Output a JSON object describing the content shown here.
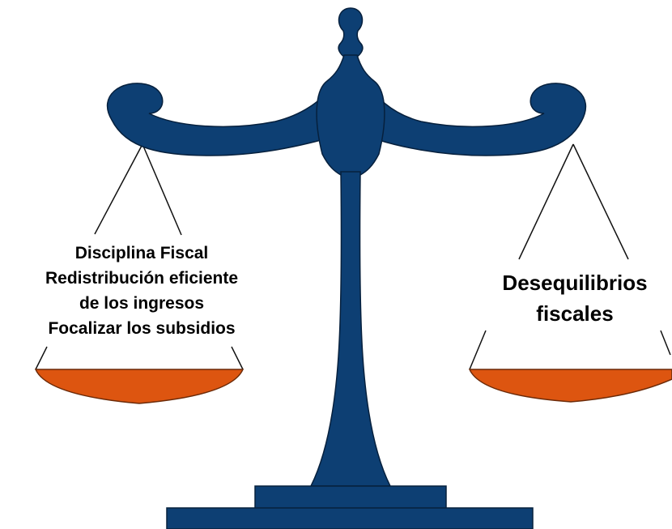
{
  "left_pan": {
    "lines": [
      "Disciplina Fiscal",
      "Redistribución eficiente",
      "de los ingresos",
      "Focalizar los subsidios"
    ]
  },
  "right_pan": {
    "lines": [
      "Desequilibrios",
      "fiscales"
    ]
  },
  "colors": {
    "balance_body": "#0d3f73",
    "pan_fill": "#dd5510",
    "strings": "#111111"
  }
}
